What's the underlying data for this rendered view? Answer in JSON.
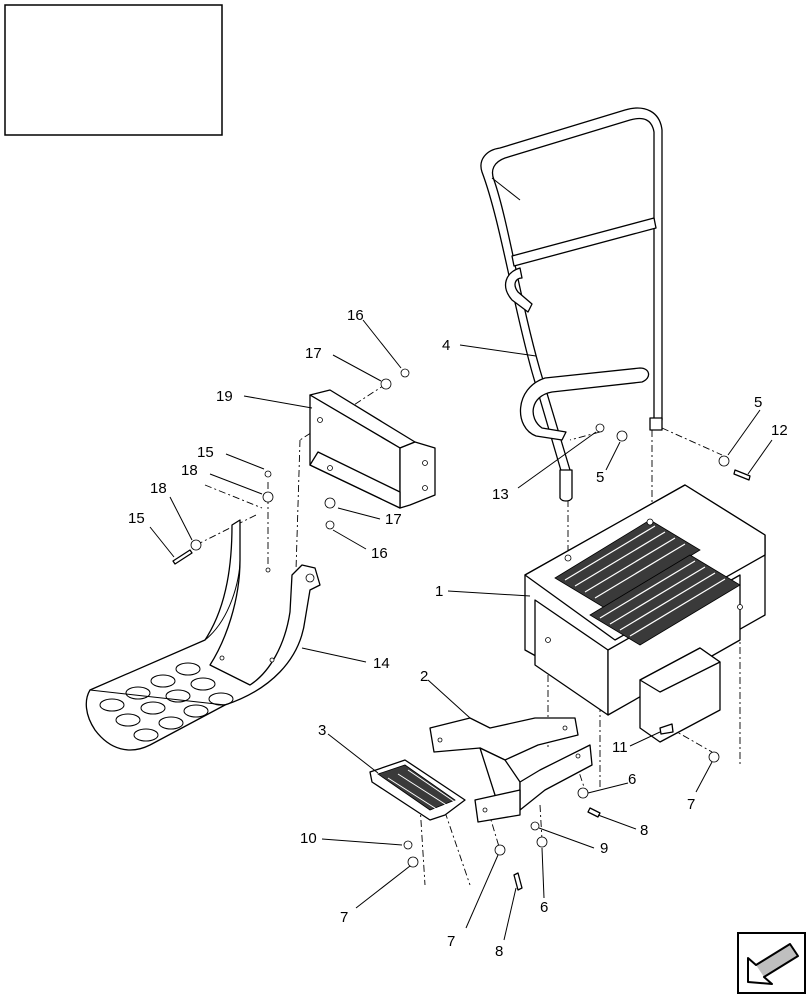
{
  "title_block": {
    "text": ""
  },
  "callouts": [
    {
      "id": "c16a",
      "label": "16"
    },
    {
      "id": "c17a",
      "label": "17"
    },
    {
      "id": "c19",
      "label": "19"
    },
    {
      "id": "c15a",
      "label": "15"
    },
    {
      "id": "c18a",
      "label": "18"
    },
    {
      "id": "c18b",
      "label": "18"
    },
    {
      "id": "c15b",
      "label": "15"
    },
    {
      "id": "c17b",
      "label": "17"
    },
    {
      "id": "c16b",
      "label": "16"
    },
    {
      "id": "c4",
      "label": "4"
    },
    {
      "id": "c13",
      "label": "13"
    },
    {
      "id": "c5a",
      "label": "5"
    },
    {
      "id": "c5b",
      "label": "5"
    },
    {
      "id": "c12",
      "label": "12"
    },
    {
      "id": "c1",
      "label": "1"
    },
    {
      "id": "c14",
      "label": "14"
    },
    {
      "id": "c2",
      "label": "2"
    },
    {
      "id": "c3",
      "label": "3"
    },
    {
      "id": "c11",
      "label": "11"
    },
    {
      "id": "c7a",
      "label": "7"
    },
    {
      "id": "c6a",
      "label": "6"
    },
    {
      "id": "c8a",
      "label": "8"
    },
    {
      "id": "c9",
      "label": "9"
    },
    {
      "id": "c10",
      "label": "10"
    },
    {
      "id": "c7b",
      "label": "7"
    },
    {
      "id": "c7c",
      "label": "7"
    },
    {
      "id": "c8b",
      "label": "8"
    },
    {
      "id": "c6b",
      "label": "6"
    }
  ],
  "nav_icon": "next-page-arrow-icon"
}
